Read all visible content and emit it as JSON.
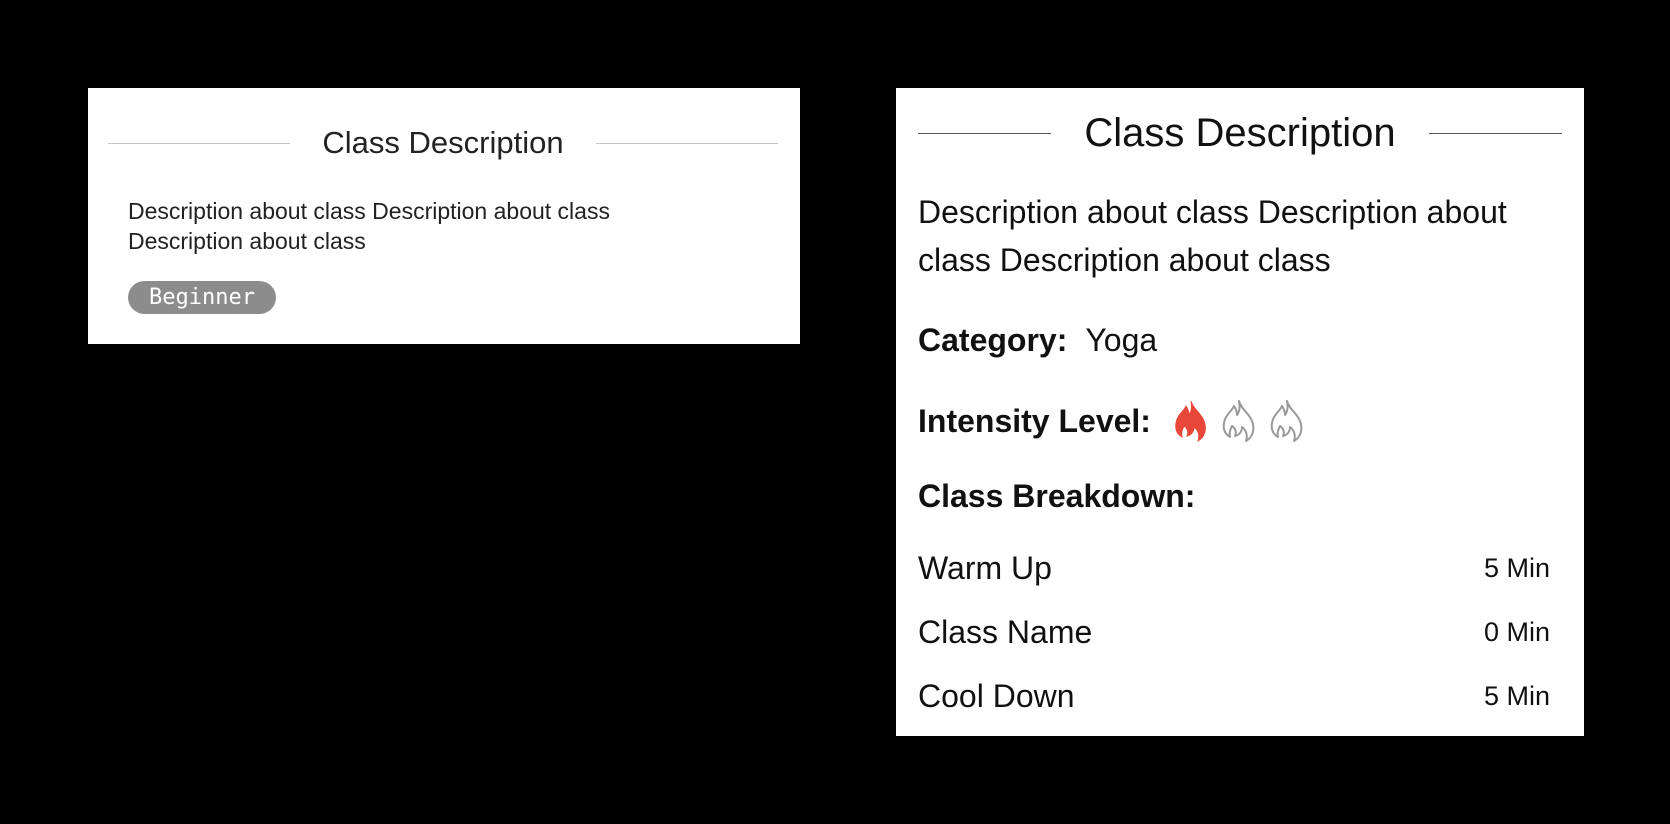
{
  "left_card": {
    "title": "Class Description",
    "description": "Description about class Description about class Description about class",
    "level_badge": "Beginner",
    "badge_color": "#8c8c8c"
  },
  "right_card": {
    "title": "Class Description",
    "description": "Description about class Description about class Description about class",
    "category": {
      "label": "Category:",
      "value": "Yoga"
    },
    "intensity": {
      "label": "Intensity Level:",
      "level": 1,
      "max": 3,
      "icon": "flame-icon",
      "active_color": "#e8483a",
      "inactive_color": "#9a9a9a"
    },
    "breakdown": {
      "heading": "Class Breakdown:",
      "items": [
        {
          "name": "Warm Up",
          "duration": "5 Min"
        },
        {
          "name": "Class Name",
          "duration": "0 Min"
        },
        {
          "name": "Cool Down",
          "duration": "5 Min"
        }
      ]
    }
  }
}
